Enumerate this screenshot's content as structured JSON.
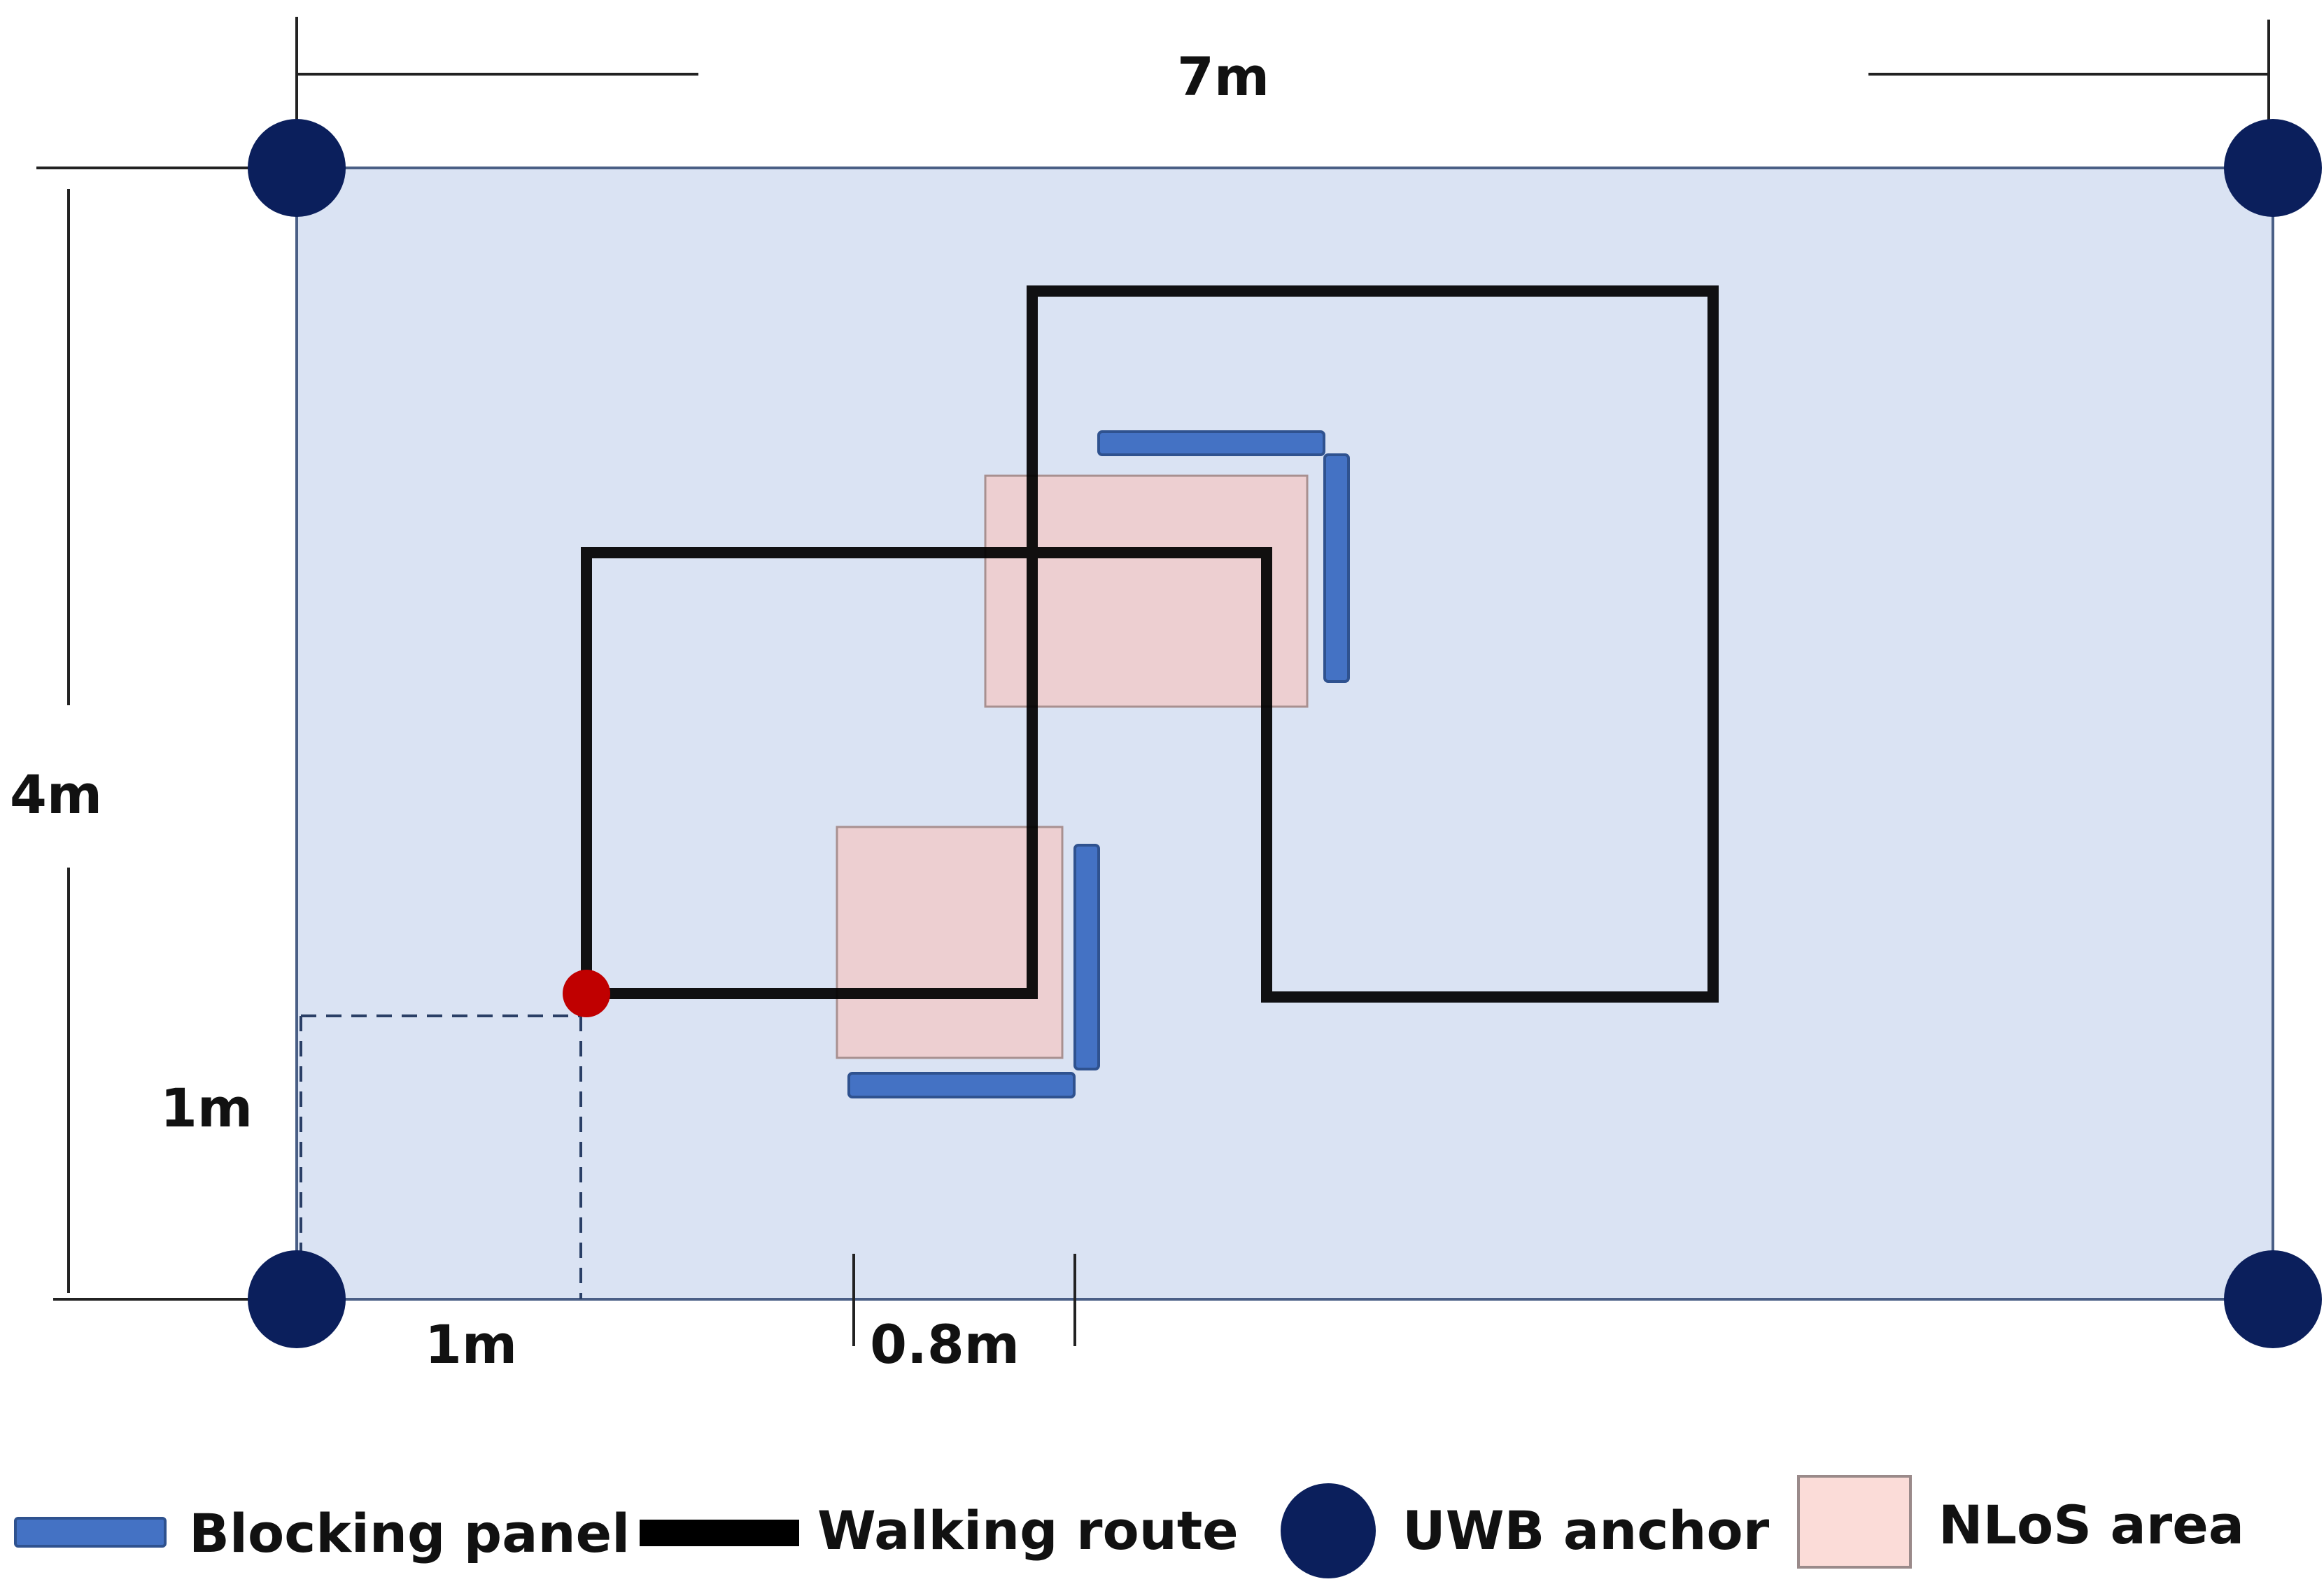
{
  "diagram": {
    "dimensions": {
      "width": "7m",
      "height": "4m",
      "offset_y": "1m",
      "offset_x": "1m",
      "gap": "0.8m"
    },
    "legend": {
      "blocking_panel": "Blocking panel",
      "walking_route": "Walking route",
      "uwb_anchor": "UWB anchor",
      "nlos_area": "NLoS area"
    },
    "colors": {
      "room_fill": "#dae3f3",
      "room_border": "#4a5f86",
      "anchor": "#0b1f5c",
      "route": "#000000",
      "panel_fill": "#4472c4",
      "panel_stroke": "#2f528f",
      "nlos_fill": "#f4c7c3",
      "nlos_border": "#a89090",
      "start_point": "#c00000"
    }
  }
}
